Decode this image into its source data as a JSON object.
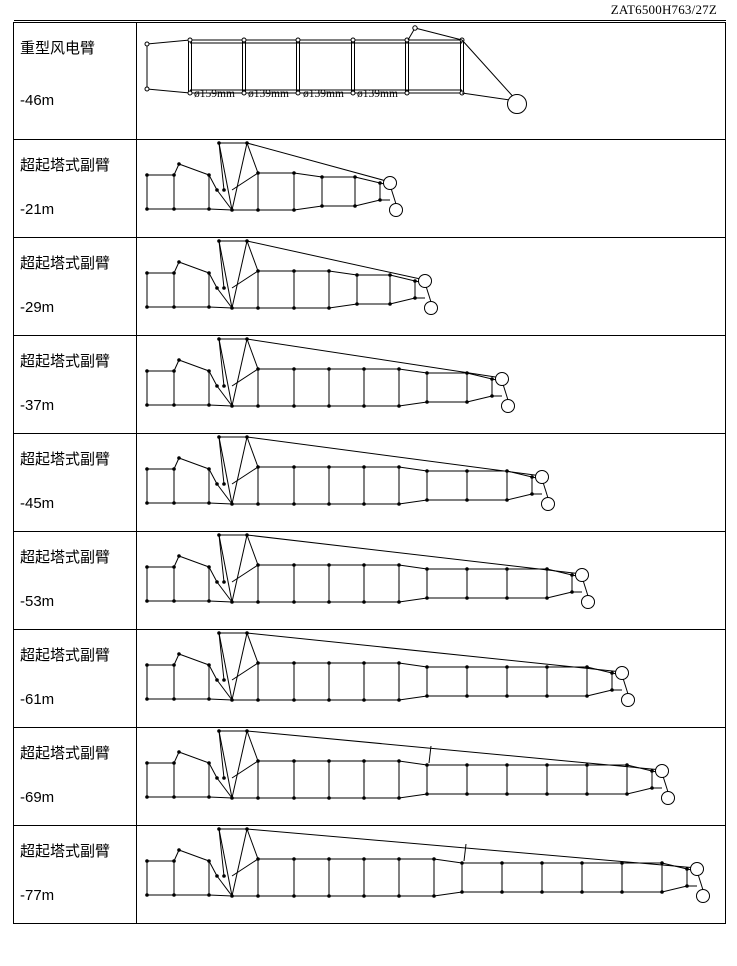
{
  "header": {
    "doc_code": "ZAT6500H763/27Z"
  },
  "rows": [
    {
      "name": "重型风电臂",
      "length": "-46m",
      "kind": "heavy",
      "pipe_labels": [
        "ø159mm",
        "ø139mm",
        "ø139mm",
        "ø139mm"
      ]
    },
    {
      "name": "超起塔式副臂",
      "length": "-21m",
      "kind": "luffing",
      "mid_sections": 0,
      "tip_sections": 1
    },
    {
      "name": "超起塔式副臂",
      "length": "-29m",
      "kind": "luffing",
      "mid_sections": 1,
      "tip_sections": 1
    },
    {
      "name": "超起塔式副臂",
      "length": "-37m",
      "kind": "luffing",
      "mid_sections": 3,
      "tip_sections": 1
    },
    {
      "name": "超起塔式副臂",
      "length": "-45m",
      "kind": "luffing",
      "mid_sections": 3,
      "tip_sections": 2
    },
    {
      "name": "超起塔式副臂",
      "length": "-53m",
      "kind": "luffing",
      "mid_sections": 3,
      "tip_sections": 3
    },
    {
      "name": "超起塔式副臂",
      "length": "-61m",
      "kind": "luffing",
      "mid_sections": 3,
      "tip_sections": 4
    },
    {
      "name": "超起塔式副臂",
      "length": "-69m",
      "kind": "luffing",
      "mid_sections": 3,
      "tip_sections": 5,
      "mast_strut": true
    },
    {
      "name": "超起塔式副臂",
      "length": "-77m",
      "kind": "luffing",
      "mid_sections": 4,
      "tip_sections": 5,
      "mast_strut": true
    }
  ]
}
